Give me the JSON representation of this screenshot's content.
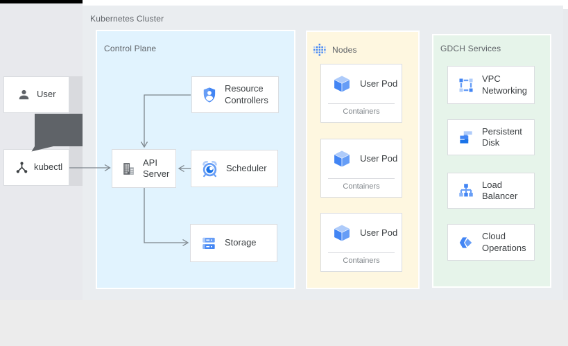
{
  "cluster": {
    "label": "Kubernetes Cluster"
  },
  "external": {
    "user": {
      "label": "User",
      "icon": "user-icon"
    },
    "kubectl": {
      "label": "kubectl",
      "icon": "kubectl-graph-icon"
    }
  },
  "control_plane": {
    "label": "Control Plane",
    "boxes": {
      "resource_controllers": {
        "label": "Resource Controllers",
        "icon": "shield-person-icon"
      },
      "api_server": {
        "label": "API Server",
        "icon": "building-icon"
      },
      "scheduler": {
        "label": "Scheduler",
        "icon": "alarm-clock-icon"
      },
      "storage": {
        "label": "Storage",
        "icon": "storage-stack-icon"
      }
    }
  },
  "nodes_panel": {
    "label": "Nodes",
    "icon": "nodes-grid-icon",
    "pods": [
      {
        "label": "User Pod",
        "sublabel": "Containers",
        "icon": "pod-cube-icon"
      },
      {
        "label": "User Pod",
        "sublabel": "Containers",
        "icon": "pod-cube-icon"
      },
      {
        "label": "User Pod",
        "sublabel": "Containers",
        "icon": "pod-cube-icon"
      }
    ]
  },
  "gdch_panel": {
    "label": "GDCH Services",
    "services": [
      {
        "label": "VPC Networking",
        "icon": "vpc-networking-icon"
      },
      {
        "label": "Persistent Disk",
        "icon": "persistent-disk-icon"
      },
      {
        "label": "Load Balancer",
        "icon": "load-balancer-icon"
      },
      {
        "label": "Cloud Operations",
        "icon": "cloud-operations-icon"
      }
    ]
  },
  "colors": {
    "accent_blue": "#4285f4",
    "control_plane_bg": "#e1f3fe",
    "nodes_bg": "#fef7e0",
    "gdch_bg": "#e6f4ea",
    "icon_gray": "#5f6368",
    "connector_gray": "#80868b",
    "user_flow_arrow": "#5f6368"
  }
}
